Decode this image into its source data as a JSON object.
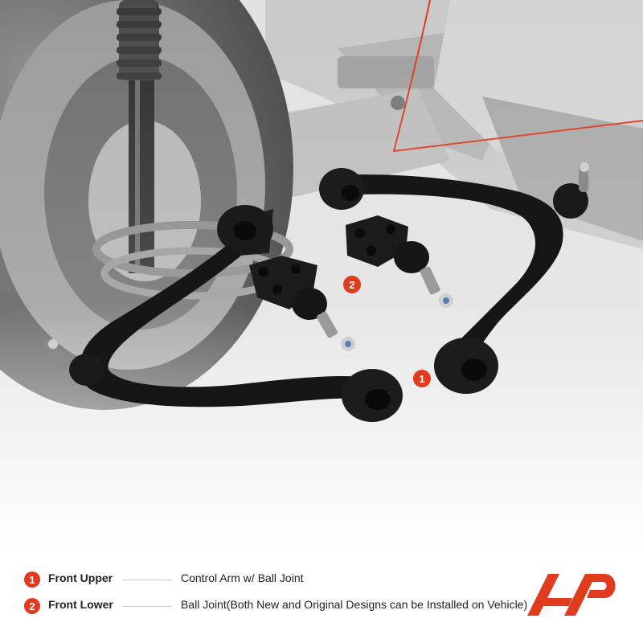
{
  "callouts": [
    {
      "number": "1"
    },
    {
      "number": "2"
    }
  ],
  "legend": [
    {
      "number": "1",
      "label": "Front Upper",
      "description": "Control Arm w/ Ball Joint"
    },
    {
      "number": "2",
      "label": "Front Lower",
      "description": "Ball Joint(Both New and Original Designs can be Installed on Vehicle)"
    }
  ],
  "colors": {
    "accent": "#e03a1f",
    "part": "#141414",
    "background_photo": "#dcdcdc"
  },
  "icons": {
    "brand_logo": "a-premium-logo-icon"
  }
}
